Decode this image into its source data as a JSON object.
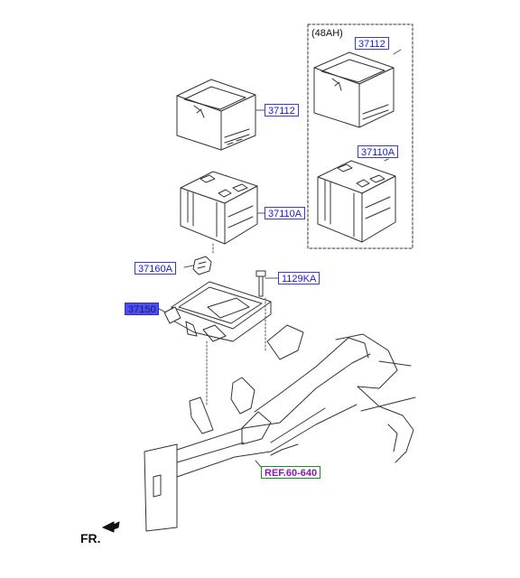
{
  "diagram": {
    "group_label": "(48AH)",
    "callouts": {
      "cover_main": "37112",
      "cover_48ah": "37112",
      "battery_main": "37110A",
      "battery_48ah": "37110A",
      "clamp": "37160A",
      "bolt": "1129KA",
      "tray": "37150",
      "reference": "REF.60-640"
    },
    "direction_label": "FR."
  },
  "colors": {
    "callout_text": "#1a1acc",
    "callout_border": "#3a3ad8",
    "selected_fill": "#4c4cf0",
    "ref_text": "#8a1ab0",
    "ref_border": "#1d8a2a",
    "line": "#333333"
  }
}
